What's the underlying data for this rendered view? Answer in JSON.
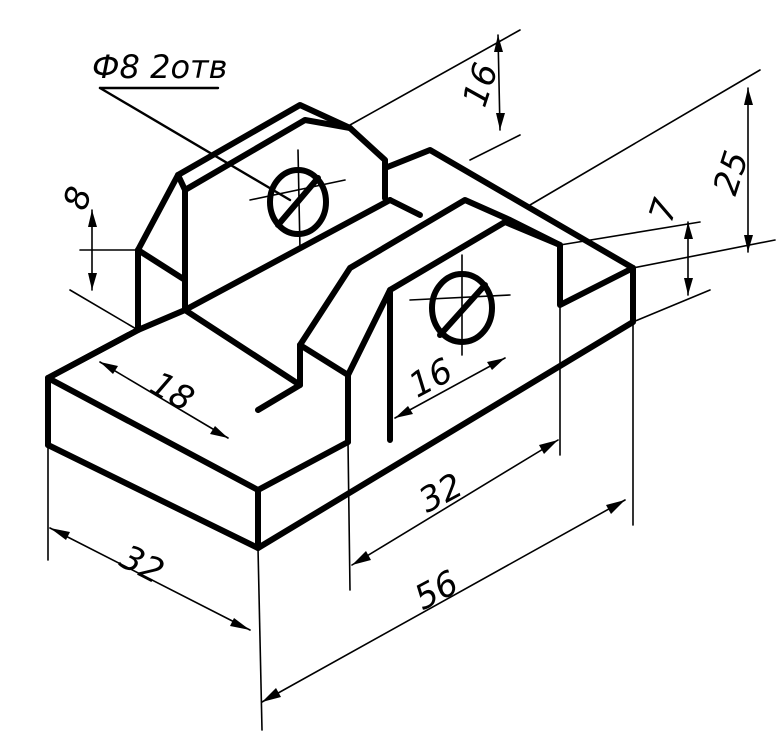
{
  "drawing": {
    "hole_note": "Ф8 2отв",
    "dims": {
      "base_width": "32",
      "overall_length": "56",
      "inner_length": "32",
      "slot_length": "18",
      "front_square": "16",
      "rear_height": "16",
      "left_height": "8",
      "total_height": "25",
      "step_height": "7"
    }
  }
}
